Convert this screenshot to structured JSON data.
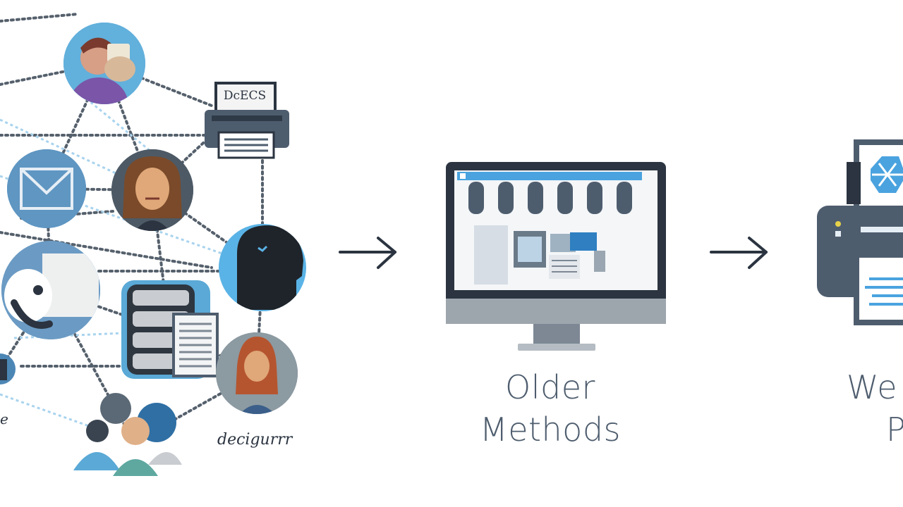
{
  "stages": [
    {
      "id": "network",
      "label": ""
    },
    {
      "id": "older",
      "label_lines": [
        "Older",
        "Methods"
      ]
    },
    {
      "id": "web",
      "label_lines": [
        "We",
        "P"
      ]
    }
  ],
  "network": {
    "printer_paper_text": "DcECS",
    "script_label": "decigurrr",
    "left_fragment_label": "e"
  },
  "colors": {
    "accent_blue": "#5aa9d6",
    "slate": "#4e5d6e",
    "dark": "#2b3440",
    "screen_blue": "#4aa3df"
  },
  "icons": [
    "person-avatar-icon",
    "printer-icon",
    "mail-icon",
    "woman-avatar-icon",
    "head-silhouette-icon",
    "phone-user-icon",
    "database-icon",
    "document-icon",
    "group-people-icon",
    "computer-monitor-icon",
    "arrow-right-icon",
    "web-printer-icon"
  ]
}
